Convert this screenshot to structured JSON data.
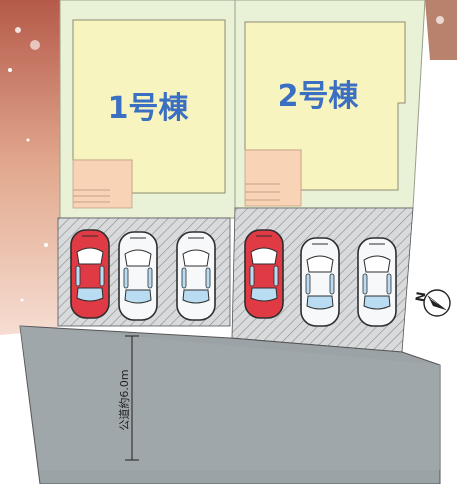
{
  "site_plan": {
    "buildings": [
      {
        "label": "1号棟"
      },
      {
        "label": "2号棟"
      }
    ],
    "road": {
      "label": "公道約6.0m"
    },
    "compass": {
      "label": "N"
    },
    "parking": {
      "lot_1": [
        "red",
        "white",
        "white"
      ],
      "lot_2": [
        "red",
        "white",
        "white"
      ]
    }
  },
  "colors": {
    "lot_fill": "#e9f2d6",
    "building_fill": "#f8f4c0",
    "stair_fill": "#f8d3b6",
    "road_fill": "#9ca3a7",
    "parking_fill": "#d5d7d9",
    "car_red": "#e03a45",
    "car_white": "#f6f8fa",
    "outline": "#2e2e2e"
  }
}
